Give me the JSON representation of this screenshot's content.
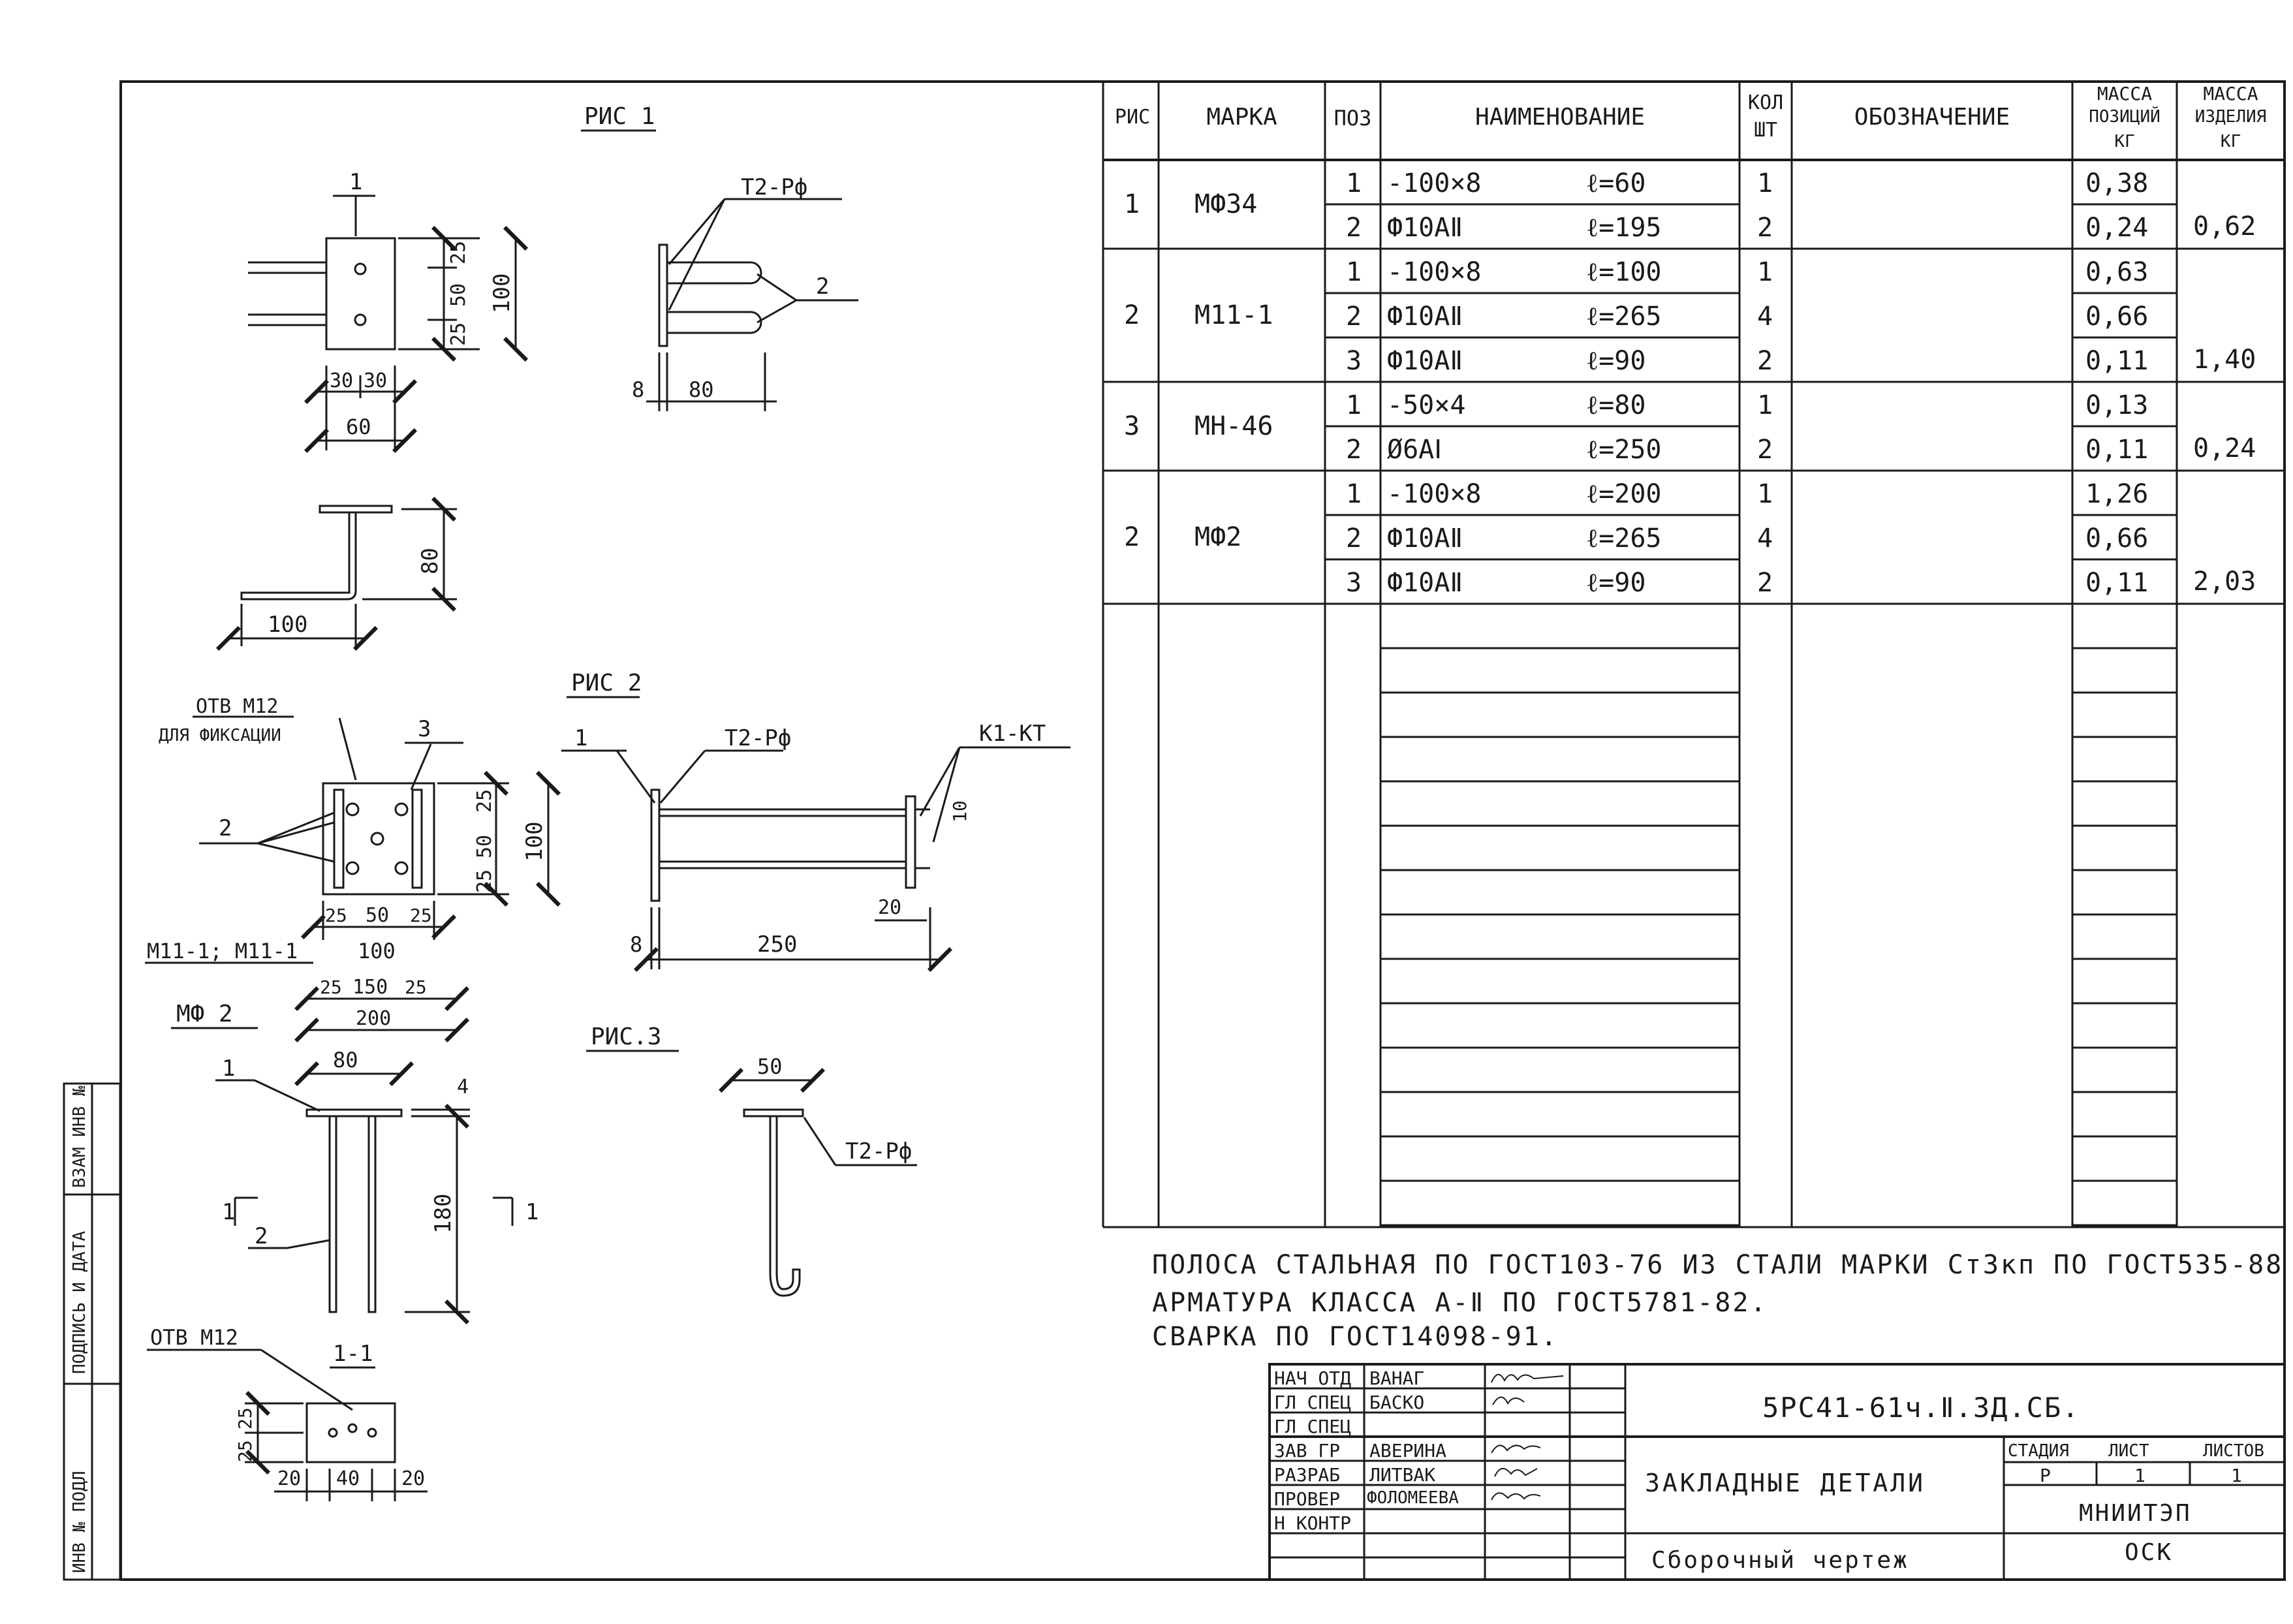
{
  "figure_labels": {
    "ris1": "РИС 1",
    "ris2": "РИС 2",
    "ris3": "РИС.3",
    "mf2": "МФ 2",
    "section": "1-1",
    "otv_m12": "ОТВ М12",
    "otv_m12_fix": "ОТВ М12",
    "dlya_fiks": "ДЛЯ ФИКСАЦИИ",
    "m11": "М11-1; М11-1",
    "t2_rf_1": "Т2-Рф",
    "t2_rf_2": "Т2-Рф",
    "t2_rf_3": "Т2-Рф",
    "k1_kt": "К1-КТ",
    "sec_mark_left": "1",
    "sec_mark_right": "1"
  },
  "dims": {
    "d1": "1",
    "d25a": "25",
    "d50a": "50",
    "d25b": "25",
    "d100a": "100",
    "d30a": "30",
    "d30b": "30",
    "d60": "60",
    "d8a": "8",
    "d80a": "80",
    "d2a": "2",
    "d80b": "80",
    "d100b": "100",
    "d3": "3",
    "d2b": "2",
    "d25c": "25",
    "d50b": "50",
    "d25d": "25",
    "d100c": "100",
    "d25e": "25",
    "d50c": "50",
    "d25f": "25",
    "d100d": "100",
    "d25g": "25",
    "d150": "150",
    "d25h": "25",
    "d200": "200",
    "d1b": "1",
    "d8b": "8",
    "d250": "250",
    "d20a": "20",
    "d10": "10",
    "d80c": "80",
    "d1c": "1",
    "d4": "4",
    "d180": "180",
    "d2c": "2",
    "d50d": "50",
    "d25i": "25",
    "d25j": "25",
    "d20b": "20",
    "d40": "40",
    "d20c": "20"
  },
  "table": {
    "headers": {
      "ris": "РИС",
      "marka": "МАРКА",
      "poz": "ПОЗ",
      "naim": "НАИМЕНОВАНИЕ",
      "kol_1": "КОЛ",
      "kol_2": "ШТ",
      "oboz": "ОБОЗНАЧЕНИЕ",
      "mpoz_1": "МАССА",
      "mpoz_2": "ПОЗИЦИЙ",
      "mpoz_3": "КГ",
      "mizd_1": "МАССА",
      "mizd_2": "ИЗДЕЛИЯ",
      "mizd_3": "КГ"
    },
    "groups": [
      {
        "ris": "1",
        "marka": "МФ34",
        "mass_total": "0,62"
      },
      {
        "ris": "2",
        "marka": "М11-1",
        "mass_total": "1,40"
      },
      {
        "ris": "3",
        "marka": "МН-46",
        "mass_total": "0,24"
      },
      {
        "ris": "2",
        "marka": "МФ2",
        "mass_total": "2,03"
      }
    ],
    "rows": [
      {
        "poz": "1",
        "name": "-100×8",
        "len": "ℓ=60",
        "qty": "1",
        "mass": "0,38"
      },
      {
        "poz": "2",
        "name": "Ф10АⅡ",
        "len": "ℓ=195",
        "qty": "2",
        "mass": "0,24"
      },
      {
        "poz": "1",
        "name": "-100×8",
        "len": "ℓ=100",
        "qty": "1",
        "mass": "0,63"
      },
      {
        "poz": "2",
        "name": "Ф10АⅡ",
        "len": "ℓ=265",
        "qty": "4",
        "mass": "0,66"
      },
      {
        "poz": "3",
        "name": "Ф10АⅡ",
        "len": "ℓ=90",
        "qty": "2",
        "mass": "0,11"
      },
      {
        "poz": "1",
        "name": "-50×4",
        "len": "ℓ=80",
        "qty": "1",
        "mass": "0,13"
      },
      {
        "poz": "2",
        "name": "Ø6АⅠ",
        "len": "ℓ=250",
        "qty": "2",
        "mass": "0,11"
      },
      {
        "poz": "1",
        "name": "-100×8",
        "len": "ℓ=200",
        "qty": "1",
        "mass": "1,26"
      },
      {
        "poz": "2",
        "name": "Ф10АⅡ",
        "len": "ℓ=265",
        "qty": "4",
        "mass": "0,66"
      },
      {
        "poz": "3",
        "name": "Ф10АⅡ",
        "len": "ℓ=90",
        "qty": "2",
        "mass": "0,11"
      }
    ]
  },
  "notes": [
    "ПОЛОСА СТАЛЬНАЯ ПО ГОСТ103-76 ИЗ СТАЛИ МАРКИ Ст3кп ПО ГОСТ535-88",
    "АРМАТУРА КЛАССА А-Ⅱ ПО ГОСТ5781-82.",
    "СВАРКА ПО ГОСТ14098-91."
  ],
  "title_block": {
    "roles": [
      "НАЧ ОТД",
      "ГЛ СПЕЦ",
      "ГЛ СПЕЦ",
      "ЗАВ ГР",
      "РАЗРАБ",
      "ПРОВЕР",
      "Н КОНТР"
    ],
    "names": [
      "ВАНАГ",
      "БАСКО",
      "",
      "АВЕРИНА",
      "ЛИТВАК",
      "ФОЛОМЕЕВА",
      ""
    ],
    "code": "5РС41-61ч.Ⅱ.3Д.СБ.",
    "title": "ЗАКЛАДНЫЕ ДЕТАЛИ",
    "subtitle": "Сборочный чертеж",
    "stage_label": "СТАДИЯ",
    "sheet_label": "ЛИСТ",
    "sheets_label": "ЛИСТОВ",
    "stage": "Р",
    "sheet": "1",
    "sheets": "1",
    "org_1": "МНИИТЭП",
    "org_2": "ОСК"
  },
  "side_stamp": [
    "ИНВ № ПОДЛ",
    "ПОДПИСЬ И ДАТА",
    "ВЗАМ ИНВ №"
  ]
}
